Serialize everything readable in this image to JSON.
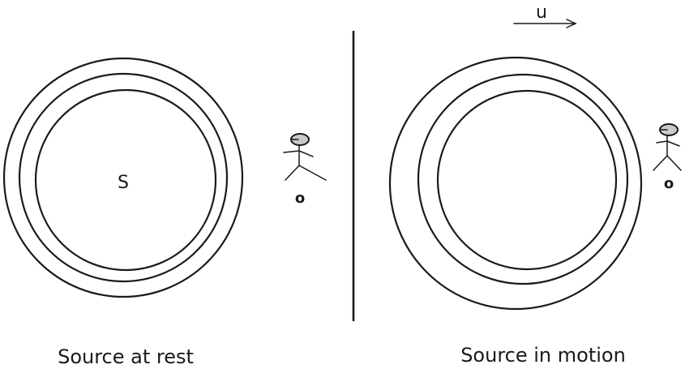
{
  "left_panel": {
    "source_label": "S",
    "observer_label": "o",
    "caption": "Source at rest",
    "wavefront_count": 3
  },
  "right_panel": {
    "velocity_label": "u",
    "observer_label": "o",
    "caption": "Source in motion",
    "wavefront_count": 3
  },
  "icons": {
    "observer": "stick-figure-icon",
    "velocity": "arrow-right-icon"
  },
  "colors": {
    "stroke": "#1a1a1a",
    "observer_head": "#c9c9c9",
    "background": "#ffffff"
  }
}
